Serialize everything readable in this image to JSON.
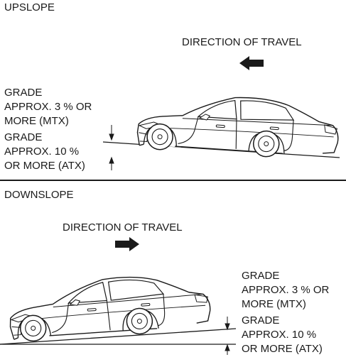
{
  "upslope": {
    "title": "UPSLOPE",
    "direction_label": "DIRECTION OF TRAVEL",
    "grade_mtx": [
      "GRADE",
      "APPROX. 3 % OR",
      "MORE (MTX)"
    ],
    "grade_atx": [
      "GRADE",
      "APPROX. 10 %",
      "OR MORE (ATX)"
    ]
  },
  "downslope": {
    "title": "DOWNSLOPE",
    "direction_label": "DIRECTION OF TRAVEL",
    "grade_mtx": [
      "GRADE",
      "APPROX. 3 % OR",
      "MORE (MTX)"
    ],
    "grade_atx": [
      "GRADE",
      "APPROX. 10 %",
      "OR MORE (ATX)"
    ]
  },
  "icons": {
    "upslope_arrow": "arrow-left-icon",
    "downslope_arrow": "arrow-right-icon",
    "car": "sedan-car-icon"
  },
  "colors": {
    "ink": "#1a1a1a",
    "background": "#ffffff"
  }
}
